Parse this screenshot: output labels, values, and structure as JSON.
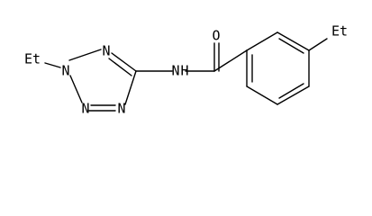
{
  "molecule": {
    "atoms": {
      "et_left": "Et",
      "n_ring_top": "N",
      "n_ring_left": "N",
      "n_ring_bottom_left": "N",
      "n_ring_bottom_right": "N",
      "n_amide": "N",
      "h_amide": "H",
      "o_carbonyl": "O",
      "et_right": "Et"
    }
  }
}
